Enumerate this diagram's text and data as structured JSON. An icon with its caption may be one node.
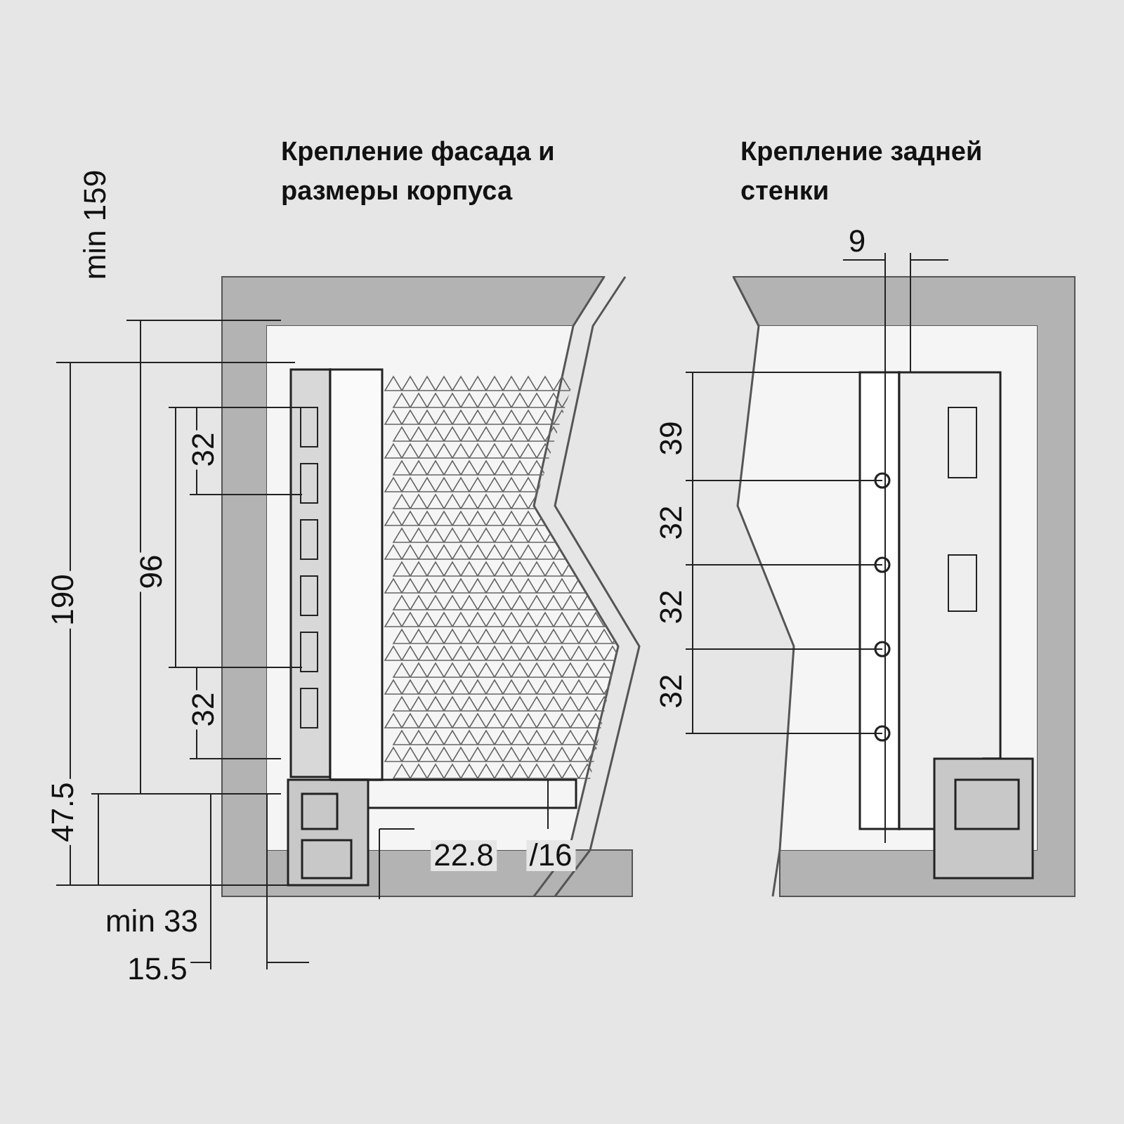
{
  "diagram": {
    "labels": [
      "Крепление фасада и размеры корпуса",
      "Крепление задней стенки",
      "min 159",
      "9",
      "39",
      "32",
      "190",
      "96",
      "32",
      "32",
      "32",
      "32",
      "47.5",
      "22.8",
      "/16",
      "min 33",
      "15.5"
    ]
  }
}
